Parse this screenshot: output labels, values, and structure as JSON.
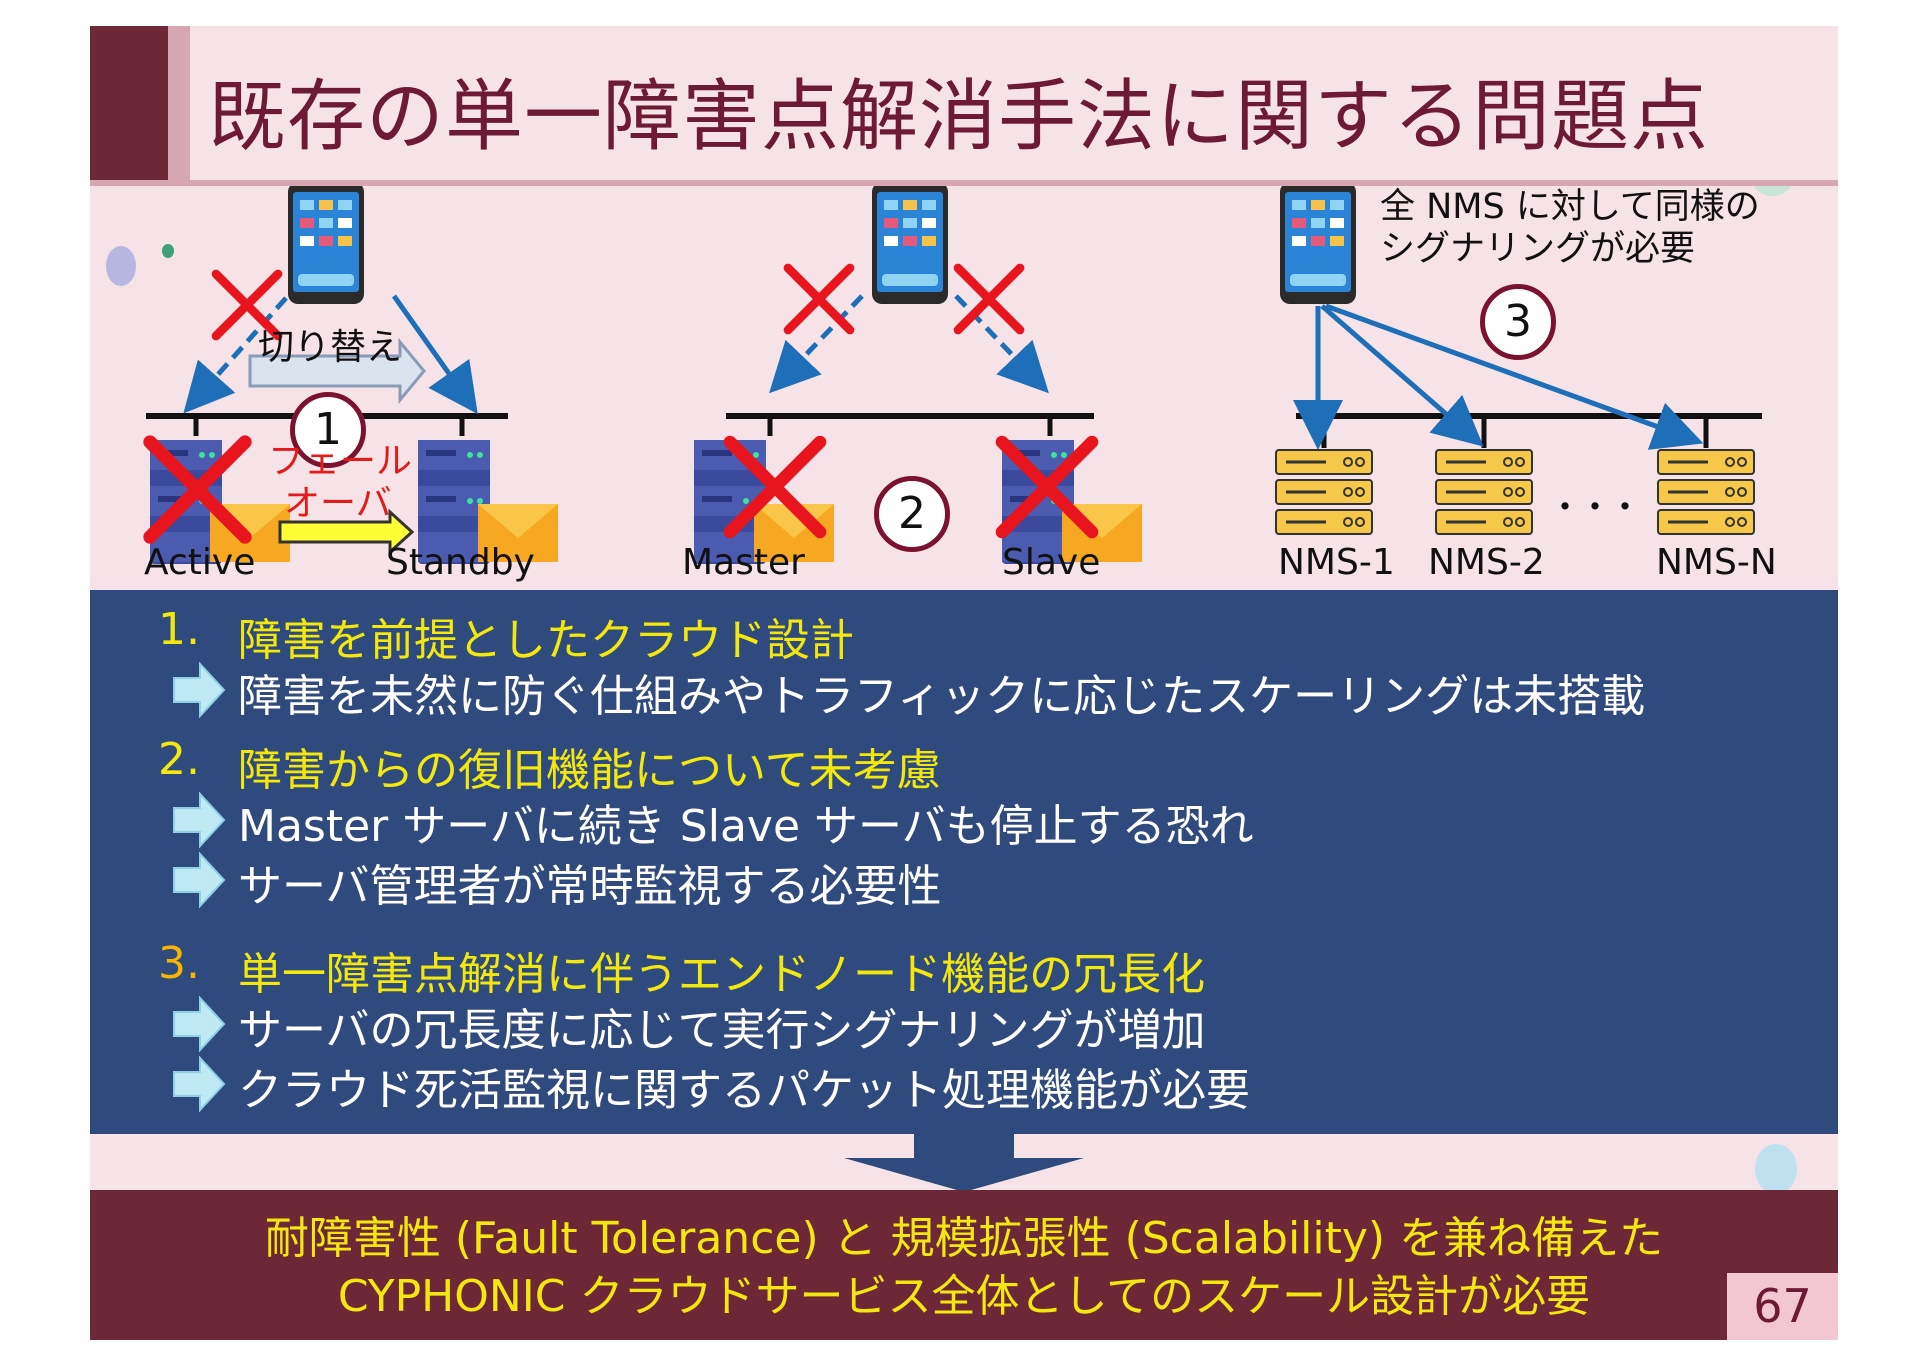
{
  "title": "既存の単一障害点解消手法に関する問題点",
  "diagram": {
    "panel1": {
      "switch_label": "切り替え",
      "failover_label_1": "フェール",
      "failover_label_2": "オーバ",
      "number": "1",
      "left_server_label": "Active",
      "right_server_label": "Standby"
    },
    "panel2": {
      "number": "2",
      "left_server_label": "Master",
      "right_server_label": "Slave"
    },
    "panel3": {
      "note_line1": "全 NMS に対して同様の",
      "note_line2": "シグナリングが必要",
      "number": "3",
      "nms_labels": [
        "NMS-1",
        "NMS-2",
        "NMS-N"
      ],
      "ellipsis": "・・・"
    }
  },
  "issues": [
    {
      "number": "1.",
      "title": "障害を前提としたクラウド設計",
      "points": [
        "障害を未然に防ぐ仕組みやトラフィックに応じたスケーリングは未搭載"
      ]
    },
    {
      "number": "2.",
      "title": "障害からの復旧機能について未考慮",
      "points": [
        "Master サーバに続き Slave サーバも停止する恐れ",
        "サーバ管理者が常時監視する必要性"
      ]
    },
    {
      "number": "3.",
      "title": "単一障害点解消に伴うエンドノード機能の冗長化",
      "points": [
        "サーバの冗長度に応じて実行シグナリングが増加",
        "クラウド死活監視に関するパケット処理機能が必要"
      ]
    }
  ],
  "conclusion": {
    "line1": "耐障害性 (Fault Tolerance) と 規模拡張性 (Scalability) を兼ね備えた",
    "line2": "CYPHONIC クラウドサービス全体としてのスケール設計が必要"
  },
  "page_number": "67",
  "colors": {
    "title_text": "#6d1a36",
    "accent_dark": "#6d2838",
    "panel_blue": "#2f4a7c",
    "highlight_yellow": "#f2e70f",
    "cross_red": "#e8141e",
    "arrow_blue": "#1f6fb8"
  }
}
